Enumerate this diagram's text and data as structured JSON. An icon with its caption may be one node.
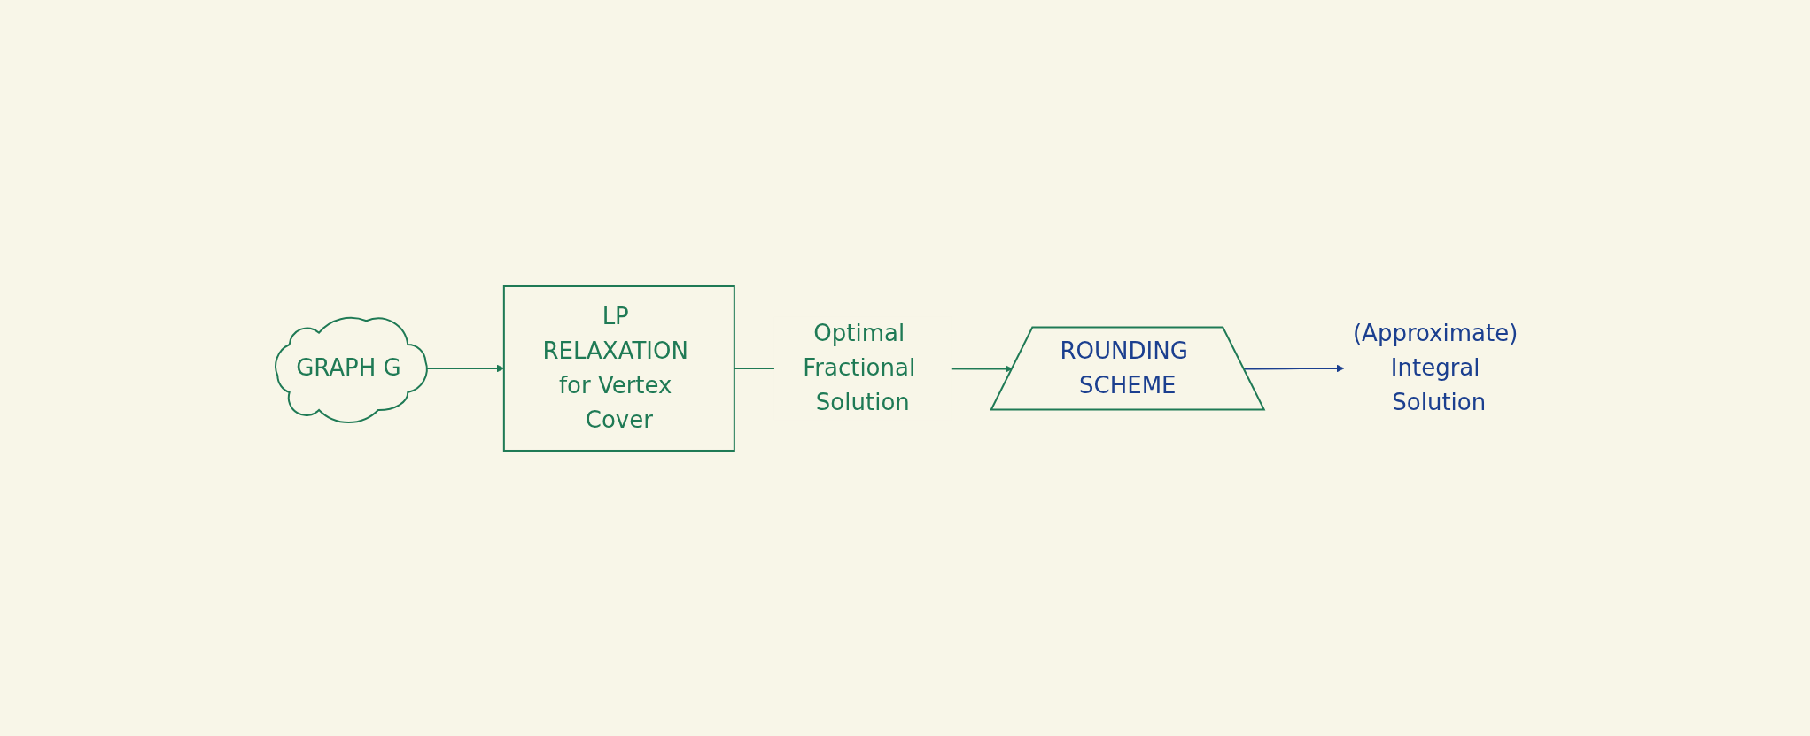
{
  "diagram": {
    "nodes": [
      {
        "text": [
          "GRAPH G"
        ]
      },
      {
        "text": [
          "LP RELAXATION for Vertex Cover"
        ]
      },
      {
        "text": [
          "ROUNDING SCHEME"
        ]
      },
      {
        "text": [
          "(Approximate) Integral Solution"
        ]
      }
    ],
    "edges": [
      {
        "from": 0,
        "to": 1,
        "arrow": "to"
      },
      {
        "from": 1,
        "to": 2,
        "arrow": "to",
        "label": "Optimal Fractional Solution"
      },
      {
        "from": 2,
        "to": 3,
        "arrow": "to",
        "color": "#1b3f8f"
      }
    ]
  }
}
